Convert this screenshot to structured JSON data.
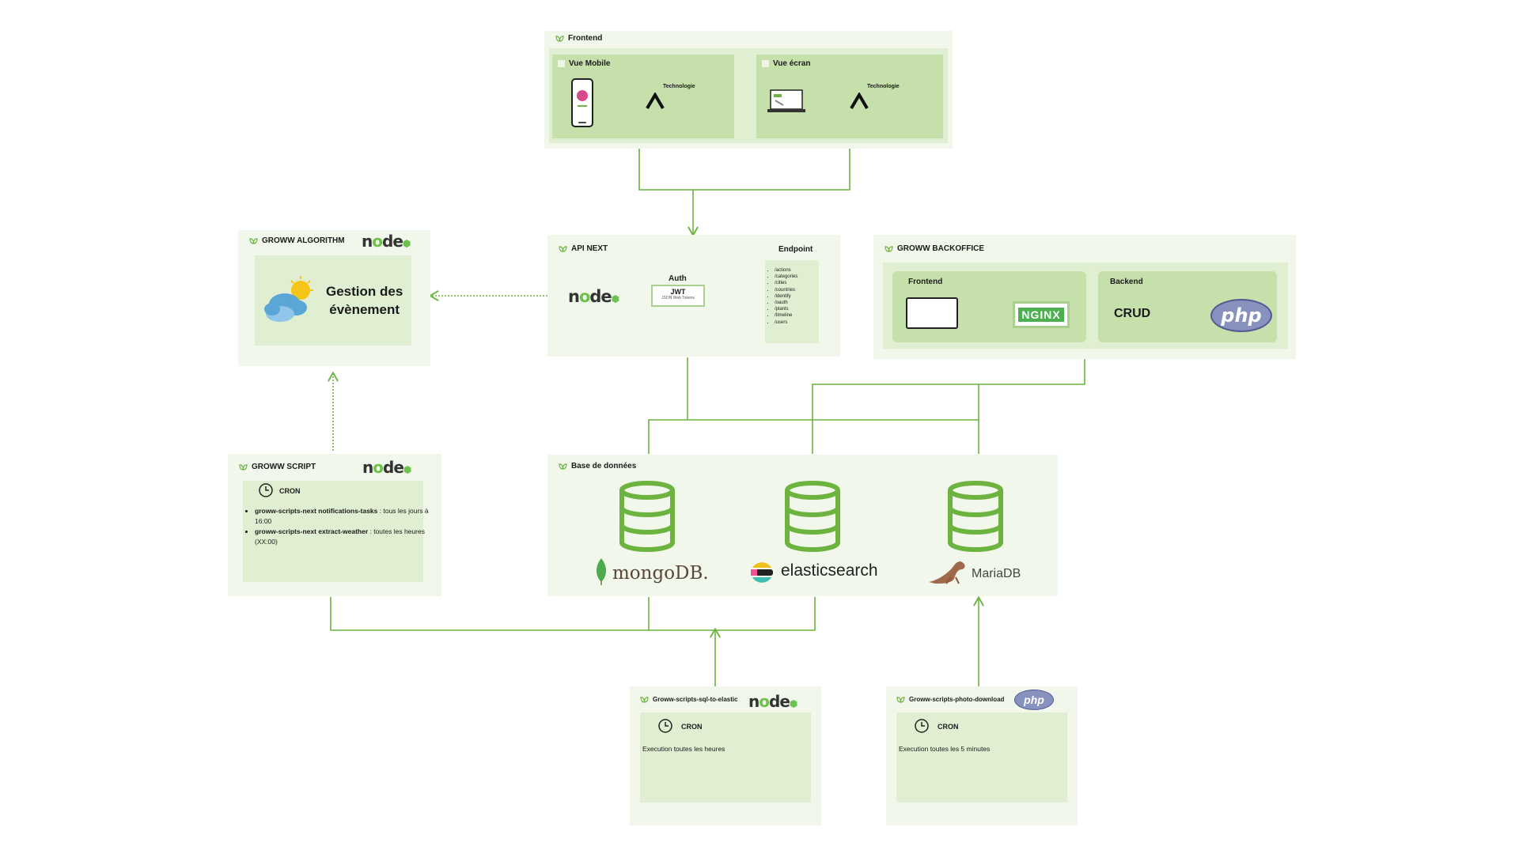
{
  "frontend": {
    "title": "Frontend",
    "mobile": {
      "title": "Vue Mobile",
      "tech_label": "Technologie"
    },
    "desktop": {
      "title": "Vue écran",
      "tech_label": "Technologie"
    }
  },
  "algorithm": {
    "title": "GROWW ALGORITHM",
    "label_line1": "Gestion des",
    "label_line2": "évènement",
    "logo": "node"
  },
  "api": {
    "title": "API NEXT",
    "auth_label": "Auth",
    "jwt_label": "JWT",
    "jwt_sub": "JSON Web Tokens",
    "endpoint_title": "Endpoint",
    "endpoints": [
      "/actions",
      "/categories",
      "/cities",
      "/countries",
      "/identify",
      "/oauth",
      "/plants",
      "/timeline",
      "/users"
    ],
    "logo": "node"
  },
  "backoffice": {
    "title": "GROWW BACKOFFICE",
    "frontend_label": "Frontend",
    "nginx_label": "NGINX",
    "backend_label": "Backend",
    "crud_label": "CRUD",
    "php_label": "php"
  },
  "script": {
    "title": "GROWW SCRIPT",
    "logo": "node",
    "cron_label": "CRON",
    "items": [
      {
        "name": "groww-scripts-next notifications-tasks",
        "desc": " : tous les jours à 16:00"
      },
      {
        "name": "groww-scripts-next extract-weather",
        "desc": " : toutes les heures (XX:00)"
      }
    ]
  },
  "database": {
    "title": "Base de données",
    "dbs": [
      "mongoDB.",
      "elasticsearch",
      "MariaDB"
    ]
  },
  "sql_elastic": {
    "title": "Groww-scripts-sql-to-elastic",
    "logo": "node",
    "cron_label": "CRON",
    "desc": "Execution toutes les heures"
  },
  "photo_download": {
    "title": "Groww-scripts-photo-download",
    "logo": "php",
    "cron_label": "CRON",
    "desc": "Execution toutes les 5 minutes"
  },
  "colors": {
    "accent": "#6cb33f",
    "box": "#f1f7eb",
    "inner": "#c5e0ab",
    "inner_light": "#e0eed1",
    "line": "#6cb33f",
    "php": "#8892bf"
  },
  "icons": [
    "leaf-icon",
    "phone-icon",
    "laptop-icon",
    "cloud-sun-icon",
    "clock-icon",
    "database-icon",
    "monitor-icon"
  ]
}
